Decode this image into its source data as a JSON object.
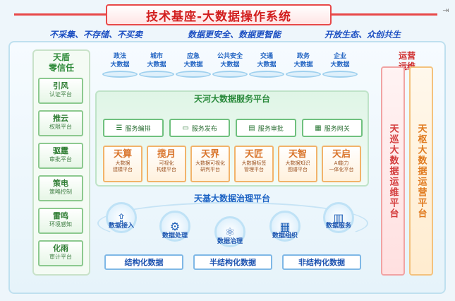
{
  "title": "技术基座-大数据操作系统",
  "slogans": [
    "不采集、不存储、不买卖",
    "数据更安全、数据更智能",
    "开放生态、众创共生"
  ],
  "left": {
    "heading": [
      "天盾",
      "零信任"
    ],
    "items": [
      {
        "name": "引风",
        "sub": "认证平台"
      },
      {
        "name": "推云",
        "sub": "权限平台"
      },
      {
        "name": "驱霆",
        "sub": "审批平台"
      },
      {
        "name": "策电",
        "sub": "策略控制"
      },
      {
        "name": "雷鸣",
        "sub": "环境感知"
      },
      {
        "name": "化雨",
        "sub": "审计平台"
      }
    ]
  },
  "cities": [
    {
      "a": "政法",
      "b": "大数据"
    },
    {
      "a": "城市",
      "b": "大数据"
    },
    {
      "a": "应急",
      "b": "大数据"
    },
    {
      "a": "公共安全",
      "b": "大数据"
    },
    {
      "a": "交通",
      "b": "大数据"
    },
    {
      "a": "政务",
      "b": "大数据"
    },
    {
      "a": "企业",
      "b": "大数据"
    }
  ],
  "right": {
    "heading": [
      "运营",
      "运维"
    ],
    "col1": "天巡大数据运维平台",
    "col2": "天枢大数据运营平台",
    "col1_color": "#d33b3b",
    "col2_color": "#e07a1e"
  },
  "service": {
    "title": "天河大数据服务平台",
    "buttons": [
      {
        "icon": "list-icon",
        "label": "服务编排"
      },
      {
        "icon": "monitor-icon",
        "label": "服务发布"
      },
      {
        "icon": "document-icon",
        "label": "服务审批"
      },
      {
        "icon": "gateway-icon",
        "label": "服务网关"
      }
    ],
    "tools": [
      {
        "name": "天算",
        "s1": "大数据",
        "s2": "建模平台"
      },
      {
        "name": "揽月",
        "s1": "可视化",
        "s2": "构建平台"
      },
      {
        "name": "天界",
        "s1": "大数据可视化",
        "s2": "研判平台"
      },
      {
        "name": "天匠",
        "s1": "大数据标签",
        "s2": "管理平台"
      },
      {
        "name": "天智",
        "s1": "大数据知识",
        "s2": "图谱平台"
      },
      {
        "name": "天启",
        "s1": "AI能力",
        "s2": "一体化平台"
      }
    ]
  },
  "governance": {
    "title": "天基大数据治理平台",
    "nodes": [
      {
        "icon": "upload-icon",
        "label": "数据接入"
      },
      {
        "icon": "gear-icon",
        "label": "数据处理"
      },
      {
        "icon": "network-icon",
        "label": "数据治理"
      },
      {
        "icon": "layers-icon",
        "label": "数据组织"
      },
      {
        "icon": "chart-icon",
        "label": "数据服务"
      }
    ]
  },
  "data_types": [
    "结构化数据",
    "半结构化数据",
    "非结构化数据"
  ]
}
